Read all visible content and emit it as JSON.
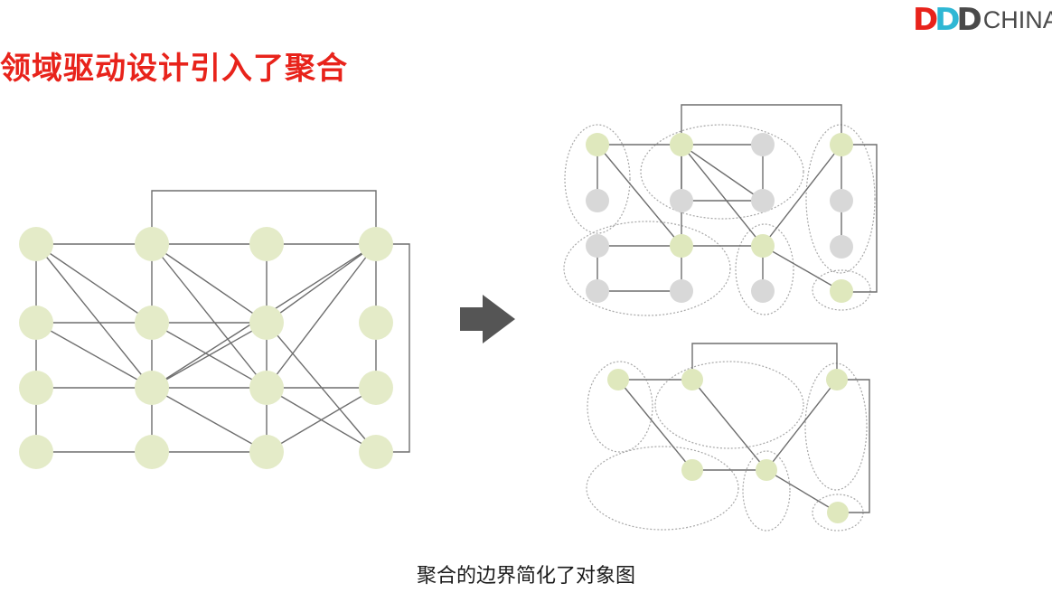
{
  "header": {
    "title": "领域驱动设计引入了聚合",
    "logo": {
      "letters": [
        "D",
        "D",
        "D"
      ],
      "text": "CHINA",
      "colors": [
        "#e8231b",
        "#2fb7d4",
        "#4a4a4a"
      ]
    }
  },
  "caption": "聚合的边界简化了对象图",
  "colors": {
    "node": "#e4ebc8",
    "node_inner": "#dfe8bd",
    "node_gray": "#d8d8d8",
    "edge": "#6e6e6e",
    "boundary": "#a8a8a8",
    "arrow": "#555555"
  },
  "icons": {
    "transform_arrow": "right-arrow-icon"
  }
}
